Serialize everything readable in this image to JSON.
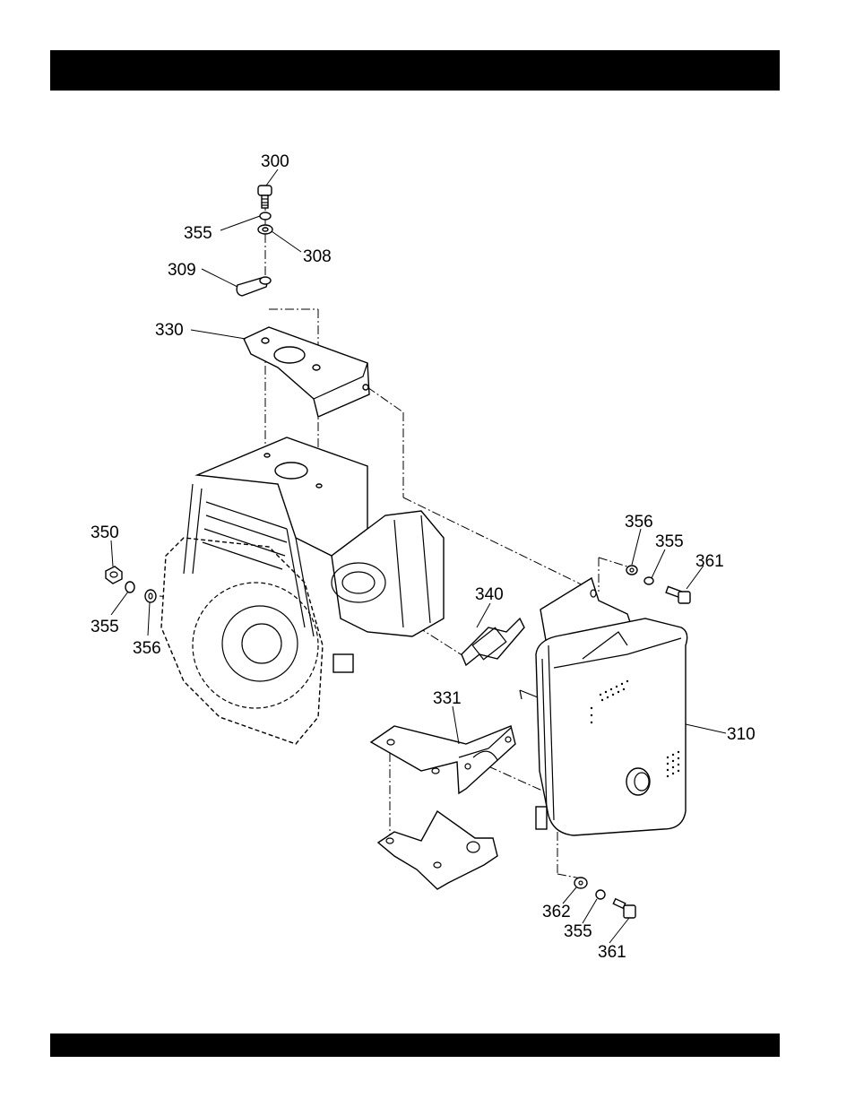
{
  "diagram": {
    "callouts": [
      {
        "id": "c300",
        "text": "300"
      },
      {
        "id": "c355a",
        "text": "355"
      },
      {
        "id": "c308",
        "text": "308"
      },
      {
        "id": "c309",
        "text": "309"
      },
      {
        "id": "c330",
        "text": "330"
      },
      {
        "id": "c350",
        "text": "350"
      },
      {
        "id": "c355b",
        "text": "355"
      },
      {
        "id": "c356a",
        "text": "356"
      },
      {
        "id": "c340",
        "text": "340"
      },
      {
        "id": "c356b",
        "text": "356"
      },
      {
        "id": "c355c",
        "text": "355"
      },
      {
        "id": "c361a",
        "text": "361"
      },
      {
        "id": "c331",
        "text": "331"
      },
      {
        "id": "c310",
        "text": "310"
      },
      {
        "id": "c362",
        "text": "362"
      },
      {
        "id": "c355d",
        "text": "355"
      },
      {
        "id": "c361b",
        "text": "361"
      }
    ]
  }
}
